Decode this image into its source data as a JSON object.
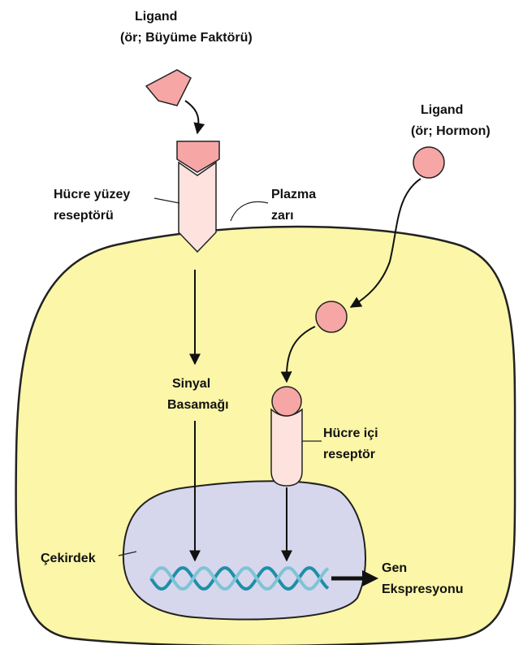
{
  "labels": {
    "ligand_growth_line1": "Ligand",
    "ligand_growth_line2": "(ör; Büyüme Faktörü)",
    "ligand_hormone_line1": "Ligand",
    "ligand_hormone_line2": "(ör; Hormon)",
    "surface_receptor_line1": "Hücre yüzey",
    "surface_receptor_line2": "reseptörü",
    "plasma_line1": "Plazma",
    "plasma_line2": "zarı",
    "signal_line1": "Sinyal",
    "signal_line2": "Basamağı",
    "intracellular_line1": "Hücre içi",
    "intracellular_line2": "reseptör",
    "nucleus": "Çekirdek",
    "gene_line1": "Gen",
    "gene_line2": "Ekspresyonu"
  },
  "colors": {
    "cell_fill": "#fbf6a8",
    "nucleus_fill": "#d6d6ec",
    "receptor_fill": "#fde2de",
    "ligand_fill": "#f7a6a6",
    "dna_strand_a": "#1e8fa8",
    "dna_strand_b": "#7ec3d6",
    "outline": "#222222"
  }
}
